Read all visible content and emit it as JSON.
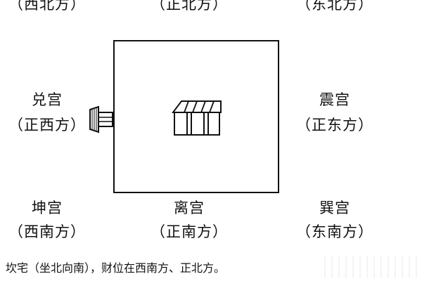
{
  "palaces": {
    "northwest": {
      "direction": "（西北方）"
    },
    "north": {
      "direction": "（正北方）"
    },
    "northeast": {
      "direction": "（东北方）"
    },
    "west": {
      "name": "兑宫",
      "direction": "（正西方）"
    },
    "east": {
      "name": "震宫",
      "direction": "（正东方）"
    },
    "southwest": {
      "name": "坤宫",
      "direction": "（西南方）"
    },
    "south": {
      "name": "离宫",
      "direction": "（正南方）"
    },
    "southeast": {
      "name": "巽宫",
      "direction": "（东南方）"
    }
  },
  "caption": "坎宅（坐北向南），财位在西南方、正北方。",
  "icons": [
    "house-icon",
    "door-icon"
  ],
  "colors": {
    "ink": "#111111",
    "background": "#ffffff"
  }
}
